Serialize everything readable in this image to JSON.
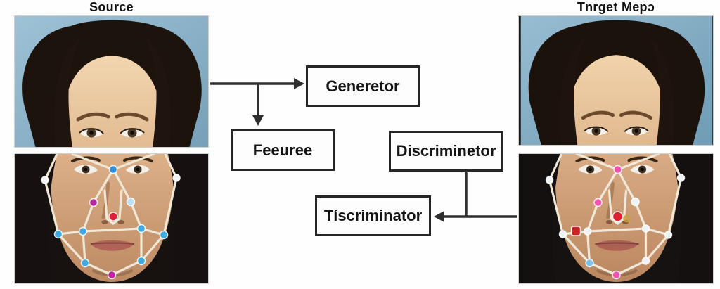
{
  "header": {
    "source_label": "Source",
    "target_label": "Tnrget Mepɔ"
  },
  "flowchart": {
    "generator_label": "Generetor",
    "feature_label": "Feeuree",
    "discriminator_label": "Discriminetor",
    "tiscriminator_label": "Tíscriminator"
  },
  "images": {
    "source_top": "woman-upper-face-photo",
    "source_bottom": "woman-lower-face-with-landmarks-photo",
    "target_top": "woman-upper-face-photo",
    "target_bottom": "woman-lower-face-with-landmarks-photo"
  },
  "colors": {
    "box_border": "#262626",
    "arrow": "#2e2e2e",
    "photo_background_blue": "#8fb7cd",
    "landmark_line": "#efe8d6",
    "dot_blue": "#2f8fd8",
    "dot_cyan": "#3fa9e0",
    "dot_magenta": "#b52a9e",
    "dot_red": "#e02038",
    "dot_pink": "#ef53ad",
    "dot_white": "#f0f2f6",
    "nose_ring_gold": "#c9a035"
  }
}
